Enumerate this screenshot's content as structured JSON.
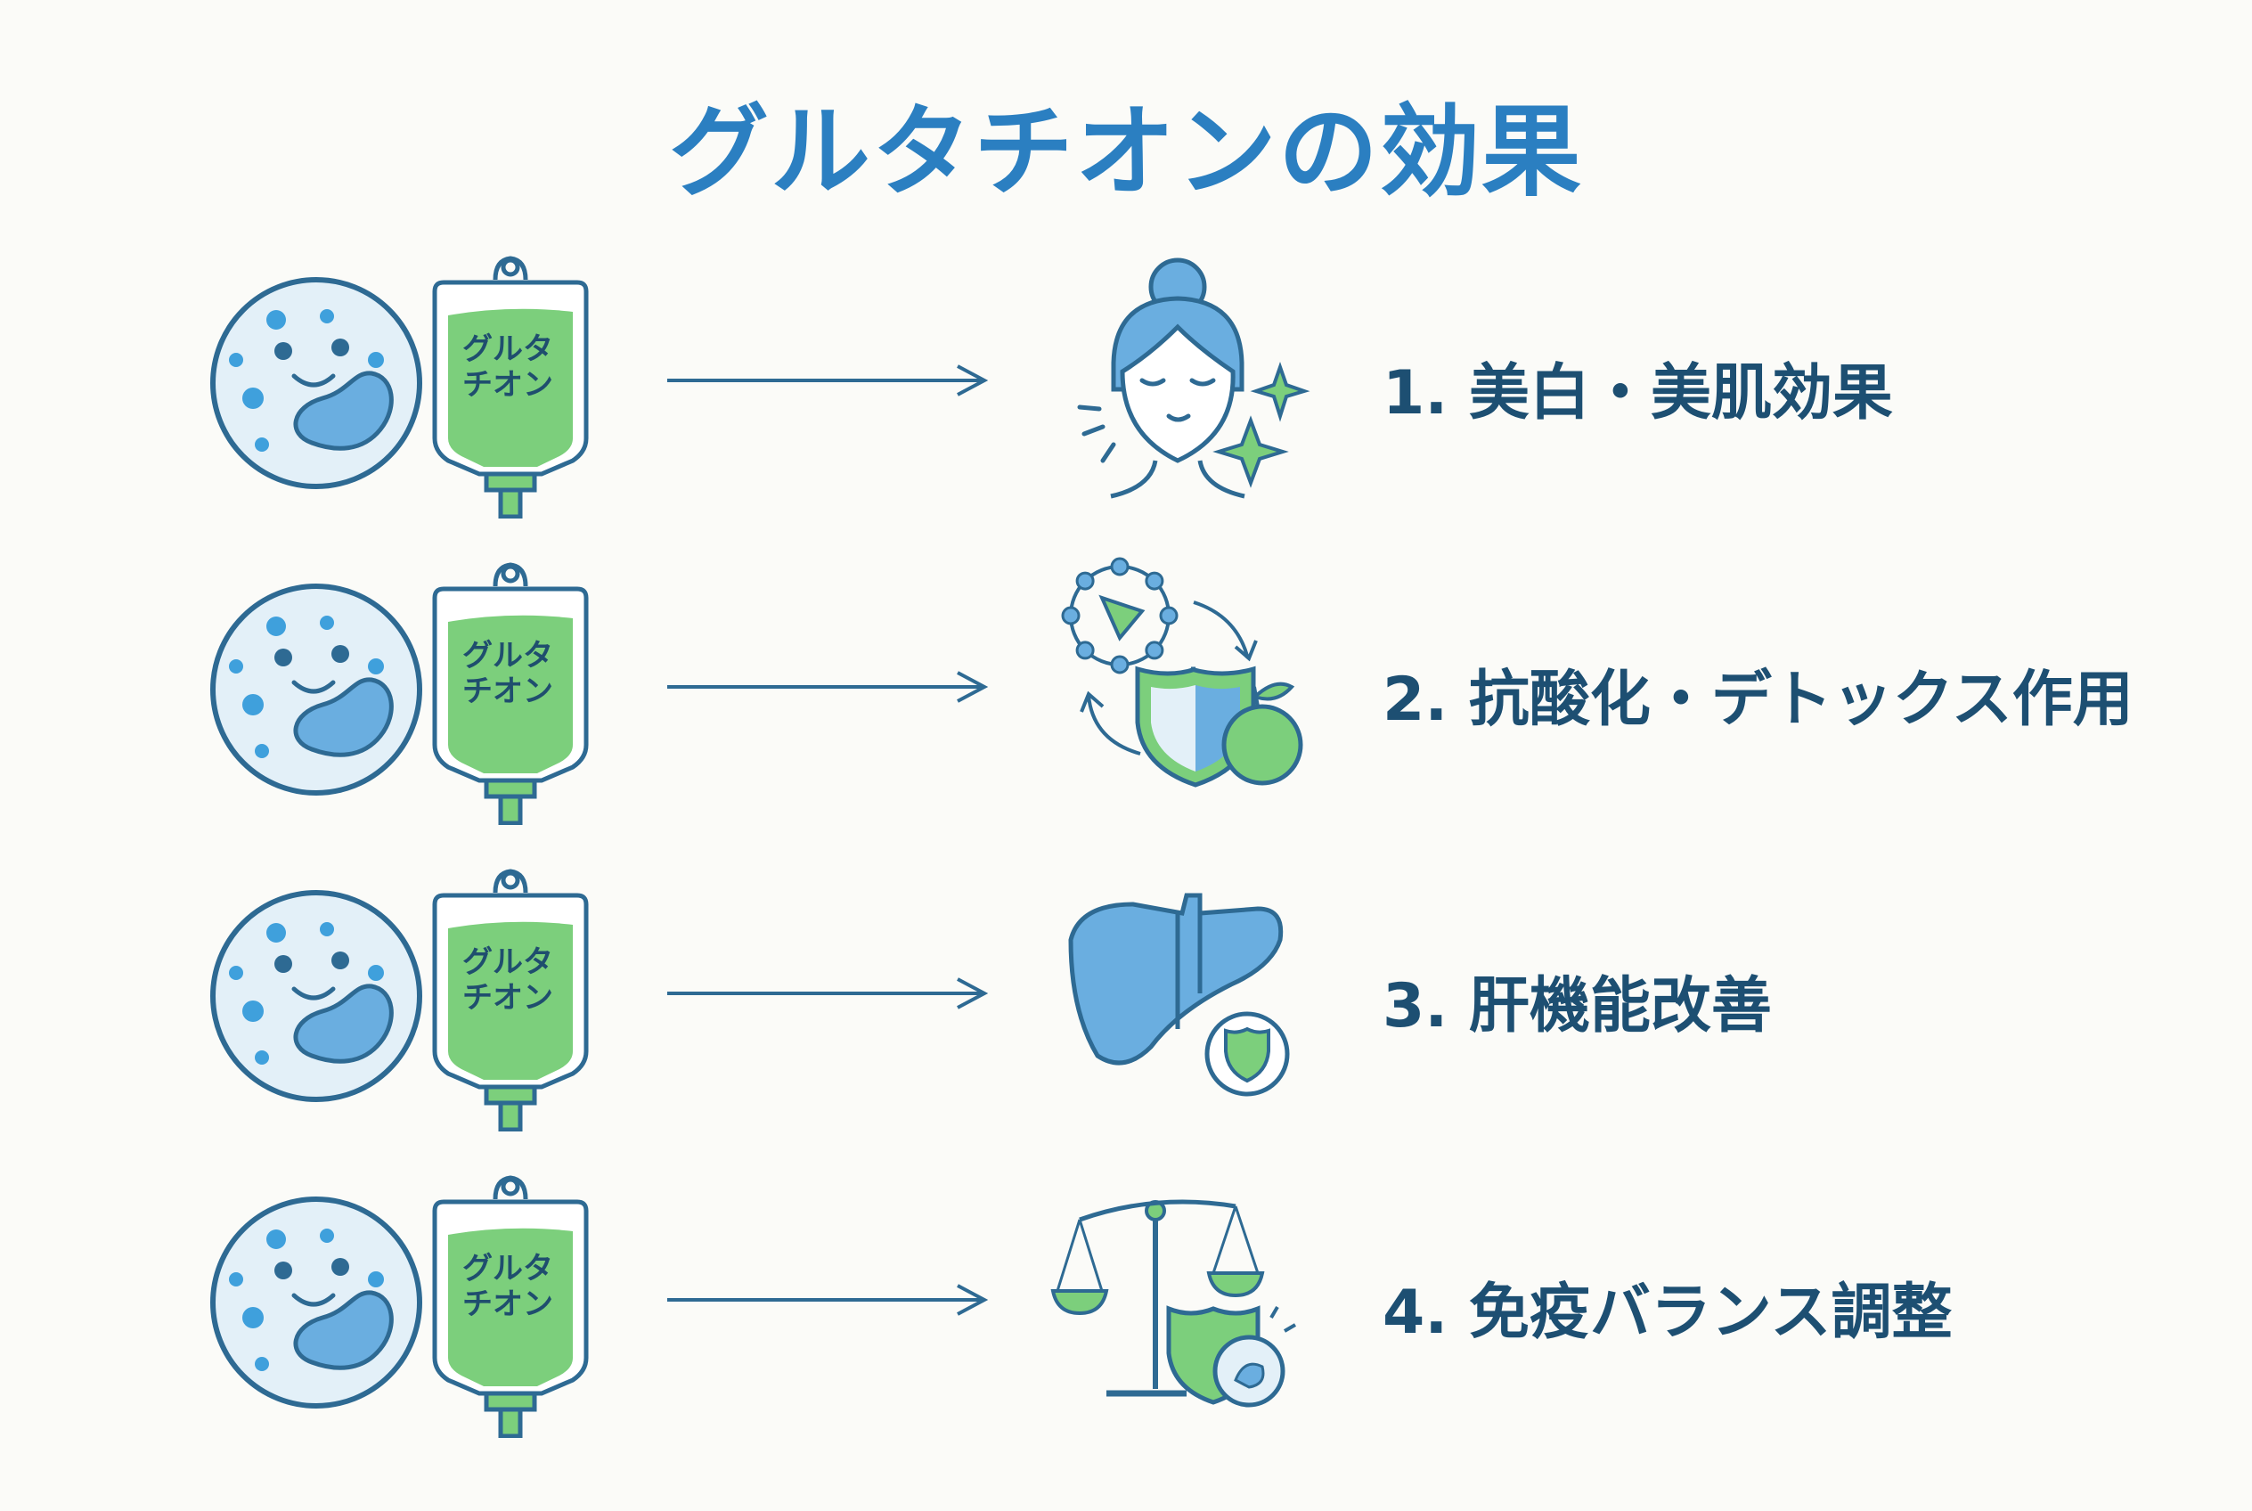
{
  "title": "グルタチオンの効果",
  "bag_label": [
    "グルタ",
    "チオン"
  ],
  "colors": {
    "title": "#2b7fc1",
    "text": "#1d4f72",
    "outline": "#2e6a93",
    "blue": "#6aaee0",
    "light_blue": "#e3f0f8",
    "green": "#7ccf7c"
  },
  "effects": [
    {
      "label": "1. 美白・美肌効果",
      "icon": "face-sparkle-icon"
    },
    {
      "label": "2. 抗酸化・デトックス作用",
      "icon": "antioxidant-shield-apple-icon"
    },
    {
      "label": "3. 肝機能改善",
      "icon": "liver-shield-icon"
    },
    {
      "label": "4. 免疫バランス調整",
      "icon": "balance-scale-immune-icon"
    }
  ]
}
